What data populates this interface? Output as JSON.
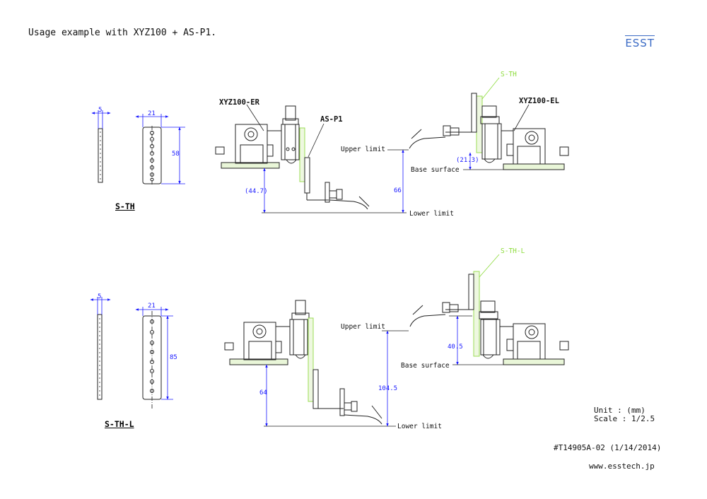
{
  "title": "Usage example with XYZ100 + AS-P1.",
  "logo": "ESST",
  "colors": {
    "dimension": "#1a1aff",
    "highlight": "#8ddc3c",
    "line": "#222222"
  },
  "top": {
    "part_name": "S-TH",
    "dim_thickness": "5",
    "dim_width": "21",
    "dim_length": "58",
    "left_stage_label": "XYZ100-ER",
    "arm_label": "AS-P1",
    "dim_left_travel": "(44.7)",
    "highlight_label": "S-TH",
    "right_stage_label": "XYZ100-EL",
    "upper_limit": "Upper limit",
    "dim_base_offset": "(21.3)",
    "base_surface": "Base surface",
    "dim_total": "66",
    "lower_limit": "Lower limit"
  },
  "bottom": {
    "part_name": "S-TH-L",
    "dim_thickness": "5",
    "dim_width": "21",
    "dim_length": "85",
    "highlight_label": "S-TH-L",
    "upper_limit": "Upper limit",
    "dim_base_offset": "40.5",
    "base_surface": "Base surface",
    "dim_left_travel": "64",
    "dim_total": "104.5",
    "lower_limit": "Lower limit"
  },
  "notes": {
    "unit": "Unit  : (mm)",
    "scale": "Scale : 1/2.5",
    "doc_id": "#T14905A-02 (1/14/2014)",
    "website": "www.esstech.jp"
  }
}
